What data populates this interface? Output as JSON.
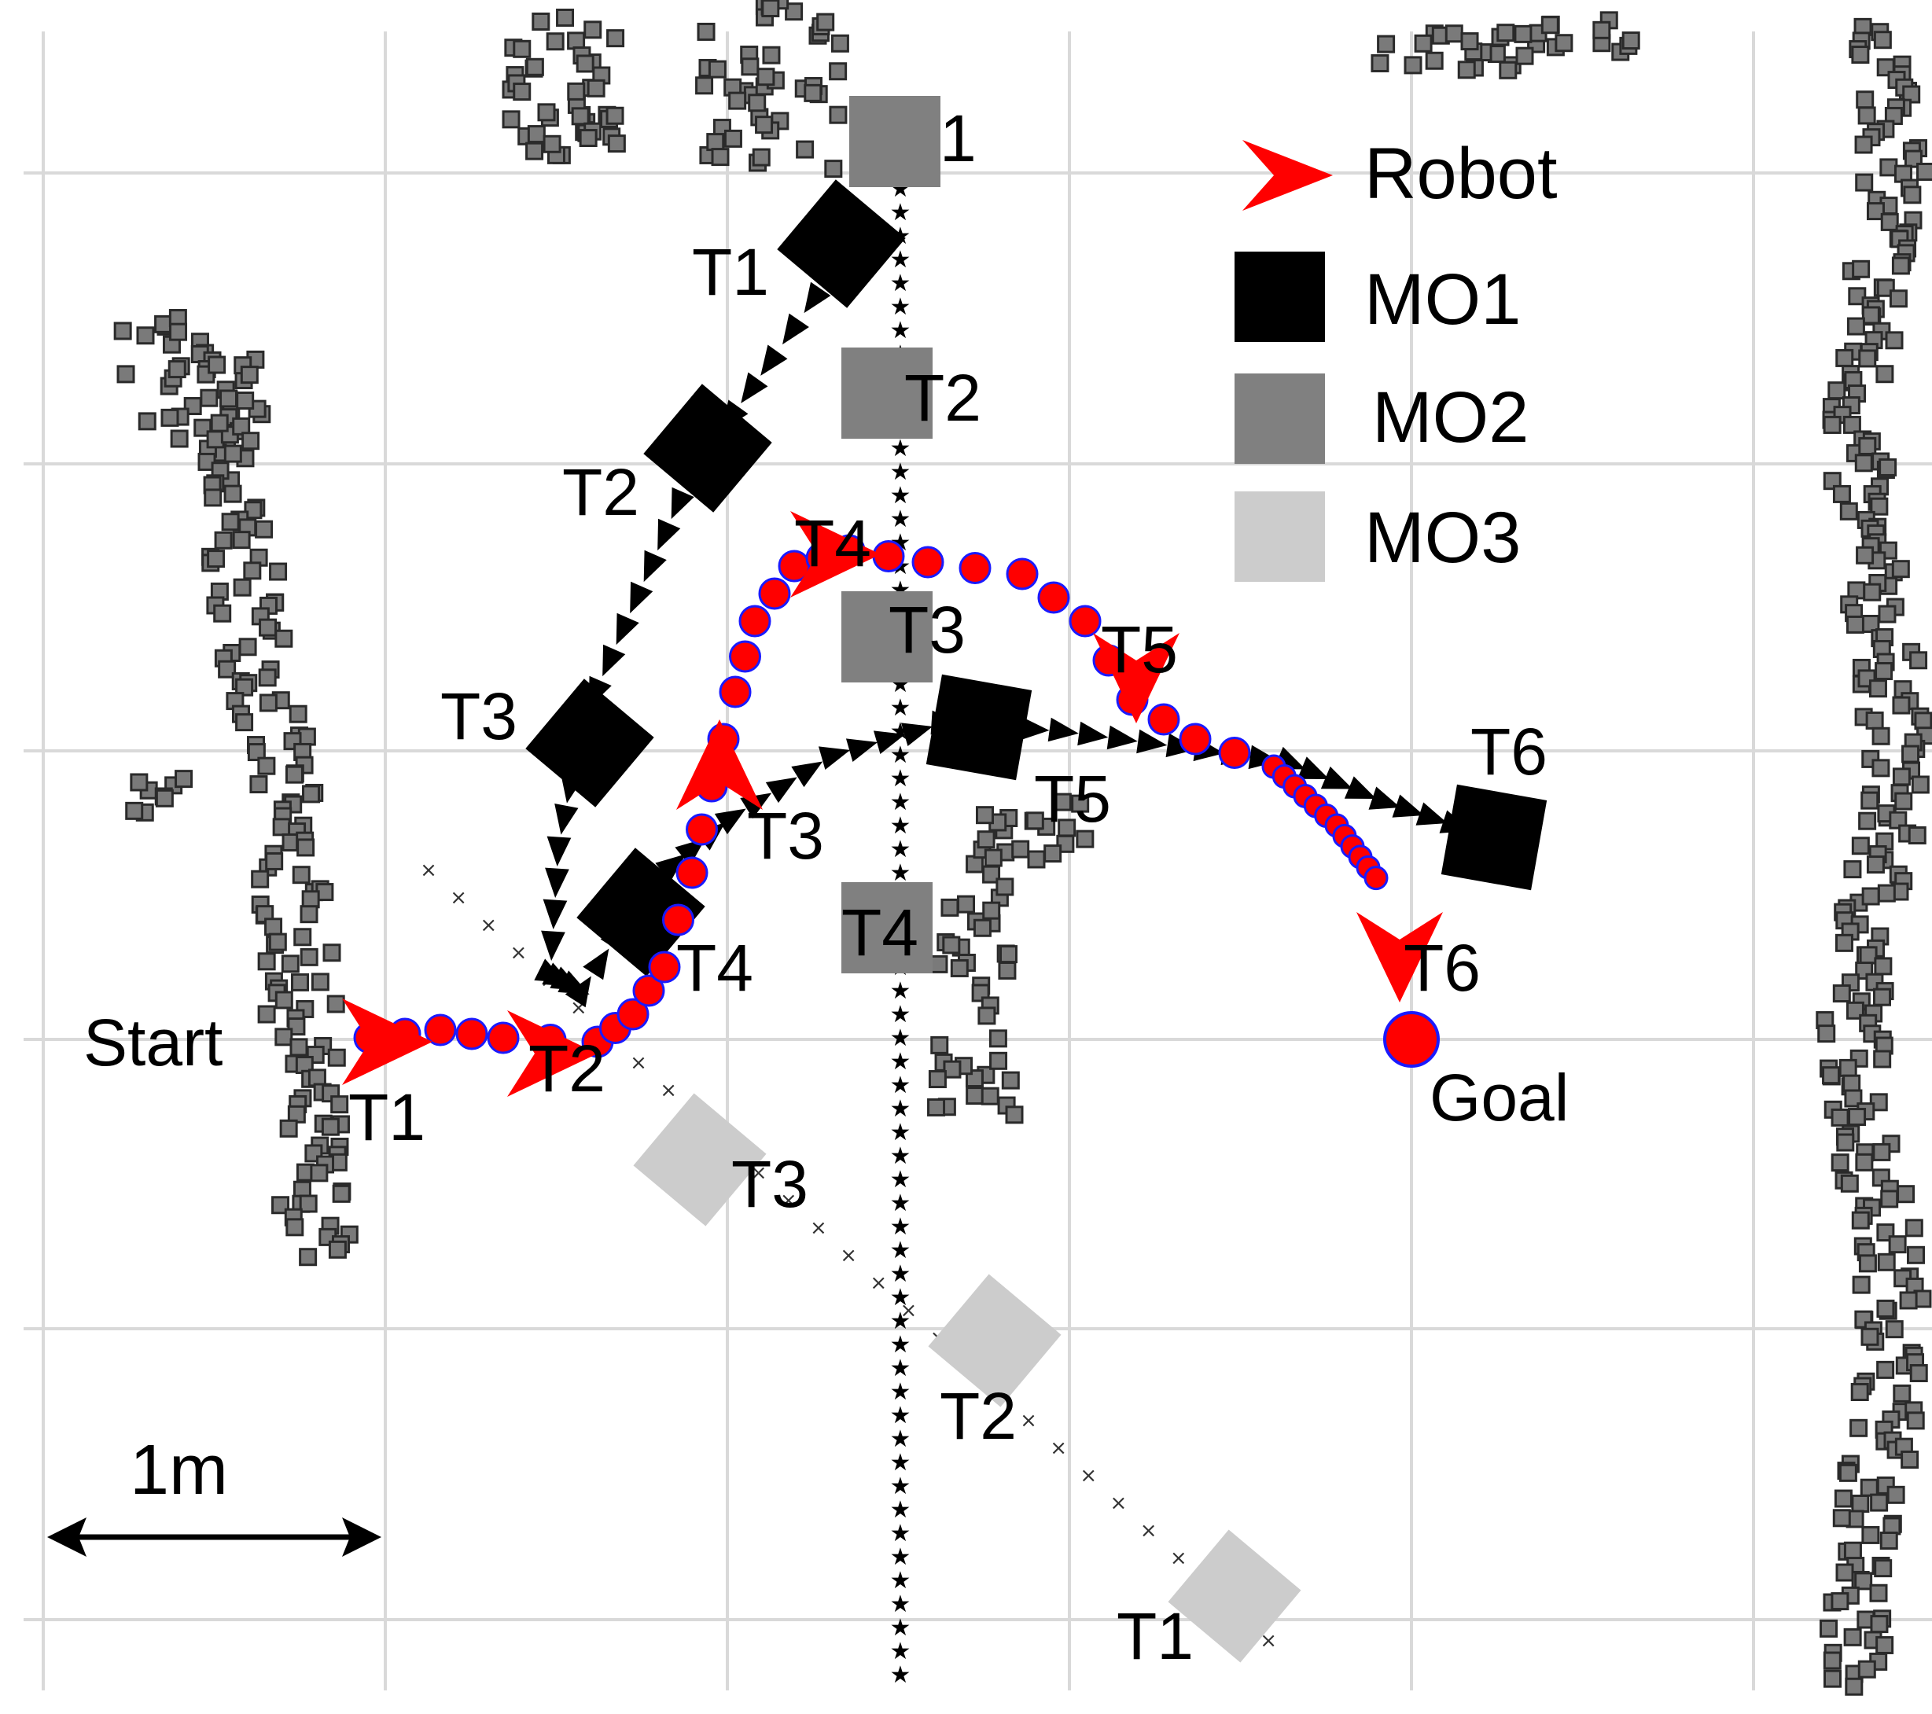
{
  "legend": {
    "items": [
      {
        "label": "Robot",
        "symbol": "red-triangle"
      },
      {
        "label": "MO1",
        "symbol": "black-square"
      },
      {
        "label": "MO2",
        "symbol": "gray-square"
      },
      {
        "label": "MO3",
        "symbol": "lightgray-square"
      }
    ]
  },
  "labels": {
    "start": "Start",
    "goal": "Goal",
    "scale": "1m",
    "robot": [
      "T1",
      "T2",
      "T3",
      "T4",
      "T5",
      "T6"
    ],
    "mo1": [
      "T1",
      "T2",
      "T3",
      "T4",
      "T5",
      "T6"
    ],
    "mo2": [
      "1",
      "T2",
      "T3",
      "T4"
    ],
    "mo3": [
      "T1",
      "T2",
      "T3"
    ]
  },
  "colors": {
    "robot": "#ff0000",
    "path_outline": "#1a1aff",
    "mo1": "#000000",
    "mo2": "#808080",
    "mo3": "#cccccc",
    "laser_points": "#7a7a7a",
    "grid": "#d9d9d9"
  }
}
